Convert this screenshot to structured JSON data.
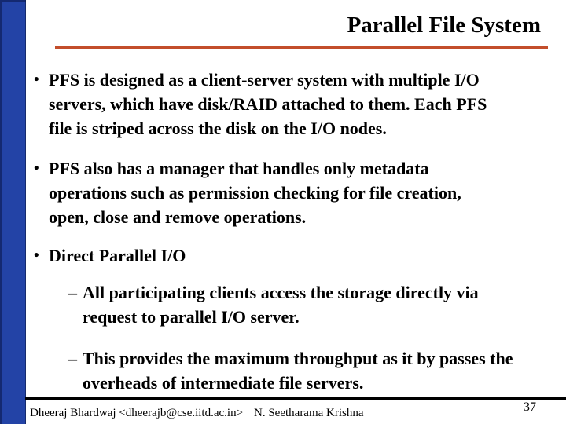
{
  "slide": {
    "title": "Parallel File System",
    "bullets": [
      {
        "level": 1,
        "marker": "•",
        "text": "PFS is designed as a client-server system with multiple I/O\nservers, which have disk/RAID attached to them. Each PFS\nfile is striped across the disk on the I/O nodes."
      },
      {
        "level": 1,
        "marker": "•",
        "text": "PFS also has a manager that handles only metadata\noperations such as permission checking for file creation,\nopen, close and remove operations."
      },
      {
        "level": 1,
        "marker": "•",
        "text": "Direct Parallel I/O"
      },
      {
        "level": 2,
        "marker": "–",
        "text": "All participating clients access the storage directly via\nrequest to parallel I/O server."
      },
      {
        "level": 2,
        "marker": "–",
        "text": "This provides the maximum throughput as it by passes the\noverheads of intermediate file servers."
      }
    ],
    "footer": {
      "author": "Dheeraj Bhardwaj <dheerajb@cse.iitd.ac.in>",
      "co_author": "N. Seetharama Krishna",
      "page_number": "37"
    },
    "colors": {
      "sidebar_blue": "#2343A6",
      "rule_red": "#C34E2B",
      "footer_rule": "#000000",
      "text": "#000000"
    }
  }
}
